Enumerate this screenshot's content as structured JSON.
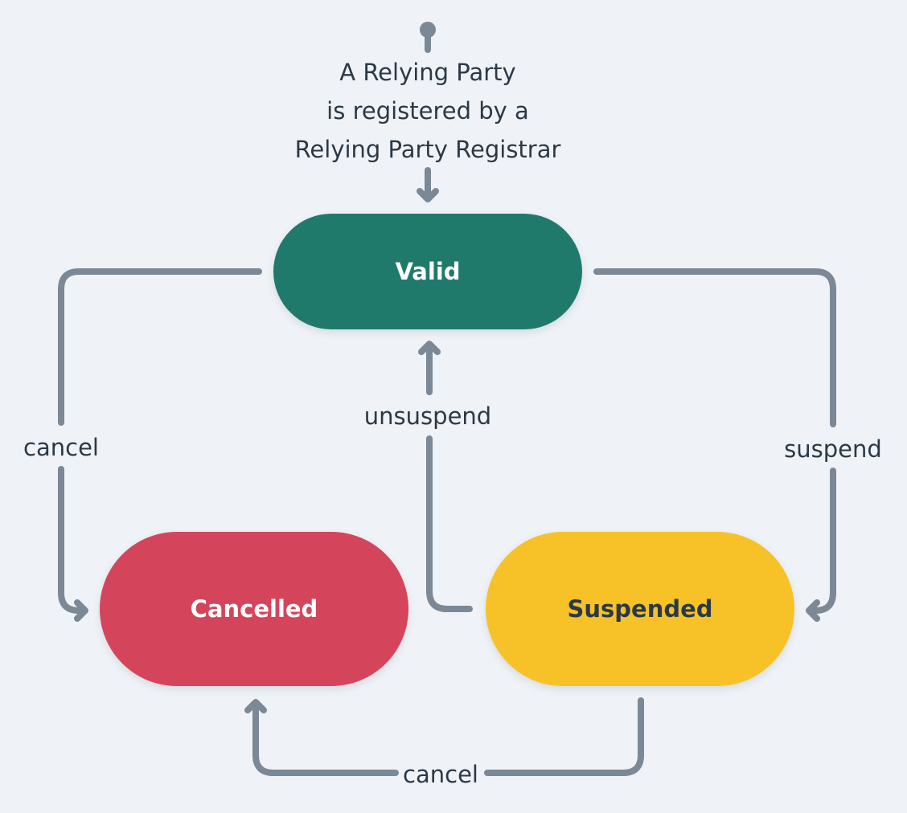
{
  "start": {
    "lines": [
      "A Relying Party",
      "is registered by a",
      "Relying Party Registrar"
    ]
  },
  "states": {
    "valid": {
      "label": "Valid",
      "color": "#207a6c",
      "text_color": "#ffffff"
    },
    "cancelled": {
      "label": "Cancelled",
      "color": "#d4455c",
      "text_color": "#ffffff"
    },
    "suspended": {
      "label": "Suspended",
      "color": "#f6c228",
      "text_color": "#2b3947"
    }
  },
  "transitions": {
    "valid_to_cancelled": "cancel",
    "suspended_to_valid": "unsuspend",
    "valid_to_suspended": "suspend",
    "suspended_to_cancelled": "cancel"
  },
  "colors": {
    "background": "#eff3f7",
    "edge": "#7b8896",
    "text": "#2b3947"
  }
}
